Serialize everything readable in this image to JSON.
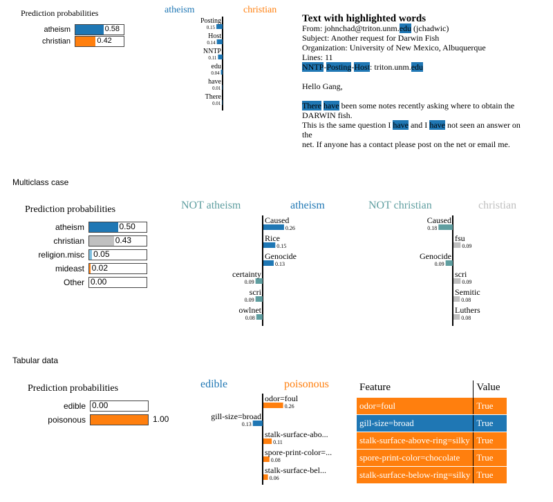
{
  "sections": {
    "multiclass": "Multiclass case",
    "tabular": "Tabular data"
  },
  "colors": {
    "blue": "#1f77b4",
    "orange": "#ff7f0e",
    "teal": "#5f9ea0",
    "grey": "#c0c0c0",
    "lightblue": "#7fbfdf"
  },
  "panel1": {
    "prob_title": "Prediction probabilities",
    "probs": [
      {
        "label": "atheism",
        "value": "0.58",
        "fraction": 0.58,
        "color": "#1f77b4"
      },
      {
        "label": "christian",
        "value": "0.42",
        "fraction": 0.42,
        "color": "#ff7f0e"
      }
    ],
    "neg_label": "atheism",
    "pos_label": "christian",
    "text_title": "Text with highlighted words",
    "text_lines": [
      [
        {
          "t": "From: johnchad@triton.unm."
        },
        {
          "t": "edu",
          "h": true
        },
        {
          "t": " (jchadwic)"
        }
      ],
      [
        {
          "t": "Subject: Another request for Darwin Fish"
        }
      ],
      [
        {
          "t": "Organization: University of New Mexico, Albuquerque"
        }
      ],
      [
        {
          "t": "Lines: 11"
        }
      ],
      [
        {
          "t": "NNTP",
          "h": true
        },
        {
          "t": "-"
        },
        {
          "t": "Posting",
          "h": true
        },
        {
          "t": "-"
        },
        {
          "t": "Host",
          "h": true
        },
        {
          "t": ": triton.unm."
        },
        {
          "t": "edu",
          "h": true
        }
      ],
      [
        {
          "t": ""
        }
      ],
      [
        {
          "t": "Hello Gang,"
        }
      ],
      [
        {
          "t": ""
        }
      ],
      [
        {
          "t": "There",
          "h": true
        },
        {
          "t": " "
        },
        {
          "t": "have",
          "h": true
        },
        {
          "t": " been some notes recently asking where to obtain the"
        }
      ],
      [
        {
          "t": "DARWIN fish."
        }
      ],
      [
        {
          "t": "This is the same question I "
        },
        {
          "t": "have",
          "h": true
        },
        {
          "t": " and I "
        },
        {
          "t": "have",
          "h": true
        },
        {
          "t": " not seen an answer on"
        }
      ],
      [
        {
          "t": "the"
        }
      ],
      [
        {
          "t": "net. If anyone has a contact please post on the net or email me."
        }
      ]
    ]
  },
  "panel2": {
    "prob_title": "Prediction probabilities",
    "probs": [
      {
        "label": "atheism",
        "value": "0.50",
        "fraction": 0.5,
        "color": "#1f77b4"
      },
      {
        "label": "christian",
        "value": "0.43",
        "fraction": 0.43,
        "color": "#c0c0c0"
      },
      {
        "label": "religion.misc",
        "value": "0.05",
        "fraction": 0.05,
        "color": "#7fbfdf"
      },
      {
        "label": "mideast",
        "value": "0.02",
        "fraction": 0.02,
        "color": "#ff7f0e"
      },
      {
        "label": "Other",
        "value": "0.00",
        "fraction": 0.0,
        "color": "#1f77b4"
      }
    ],
    "chart1_neg": "NOT atheism",
    "chart1_pos": "atheism",
    "chart2_neg": "NOT christian",
    "chart2_pos": "christian"
  },
  "panel3": {
    "prob_title": "Prediction probabilities",
    "probs": [
      {
        "label": "edible",
        "value": "0.00",
        "fraction": 0.0,
        "color": "#1f77b4"
      },
      {
        "label": "poisonous",
        "value": "1.00",
        "fraction": 1.0,
        "color": "#ff7f0e"
      }
    ],
    "neg_label": "edible",
    "pos_label": "poisonous",
    "table_headers": [
      "Feature",
      "Value"
    ],
    "table_rows": [
      {
        "feature": "odor=foul",
        "value": "True",
        "color": "#ff7f0e"
      },
      {
        "feature": "gill-size=broad",
        "value": "True",
        "color": "#1f77b4"
      },
      {
        "feature": "stalk-surface-above-ring=silky",
        "value": "True",
        "color": "#ff7f0e"
      },
      {
        "feature": "spore-print-color=chocolate",
        "value": "True",
        "color": "#ff7f0e"
      },
      {
        "feature": "stalk-surface-below-ring=silky",
        "value": "True",
        "color": "#ff7f0e"
      }
    ]
  },
  "chart_data": [
    {
      "type": "bar",
      "title": "",
      "categories": [
        "Posting",
        "Host",
        "NNTP",
        "edu",
        "have",
        "There"
      ],
      "values": [
        -0.15,
        -0.14,
        -0.11,
        -0.04,
        -0.01,
        -0.01
      ],
      "value_labels": [
        "0.15",
        "0.14",
        "0.11",
        "0.04",
        "0.01",
        "0.01"
      ],
      "colors": [
        "#1f77b4",
        "#1f77b4",
        "#1f77b4",
        "#1f77b4",
        "#1f77b4",
        "#1f77b4"
      ],
      "legend": {
        "negative": "atheism",
        "positive": "christian"
      },
      "orientation": "horizontal"
    },
    {
      "type": "bar",
      "title": "",
      "categories": [
        "Caused",
        "Rice",
        "Genocide",
        "certainty",
        "scri",
        "owlnet"
      ],
      "values": [
        0.26,
        0.15,
        0.13,
        -0.09,
        -0.09,
        -0.08
      ],
      "value_labels": [
        "0.26",
        "0.15",
        "0.13",
        "0.09",
        "0.09",
        "0.08"
      ],
      "colors": [
        "#1f77b4",
        "#1f77b4",
        "#1f77b4",
        "#5f9ea0",
        "#5f9ea0",
        "#5f9ea0"
      ],
      "legend": {
        "negative": "NOT atheism",
        "positive": "atheism"
      },
      "orientation": "horizontal"
    },
    {
      "type": "bar",
      "title": "",
      "categories": [
        "Caused",
        "fsu",
        "Genocide",
        "scri",
        "Semitic",
        "Luthers"
      ],
      "values": [
        -0.18,
        0.09,
        -0.09,
        0.09,
        0.08,
        0.08
      ],
      "value_labels": [
        "0.18",
        "0.09",
        "0.09",
        "0.09",
        "0.08",
        "0.08"
      ],
      "colors": [
        "#5f9ea0",
        "#c0c0c0",
        "#5f9ea0",
        "#c0c0c0",
        "#c0c0c0",
        "#c0c0c0"
      ],
      "legend": {
        "negative": "NOT christian",
        "positive": "christian"
      },
      "orientation": "horizontal"
    },
    {
      "type": "bar",
      "title": "",
      "categories": [
        "odor=foul",
        "gill-size=broad",
        "stalk-surface-abo...",
        "spore-print-color=...",
        "stalk-surface-bel..."
      ],
      "values": [
        0.26,
        -0.13,
        0.11,
        0.08,
        0.06
      ],
      "value_labels": [
        "0.26",
        "0.13",
        "0.11",
        "0.08",
        "0.06"
      ],
      "colors": [
        "#ff7f0e",
        "#1f77b4",
        "#ff7f0e",
        "#ff7f0e",
        "#ff7f0e"
      ],
      "legend": {
        "negative": "edible",
        "positive": "poisonous"
      },
      "orientation": "horizontal"
    }
  ]
}
